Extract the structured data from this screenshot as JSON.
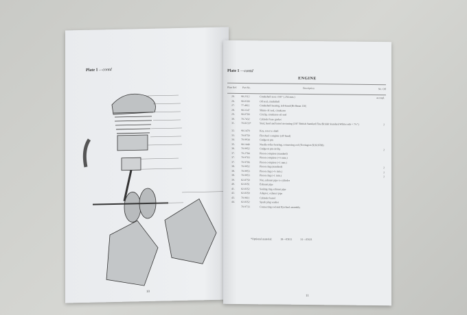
{
  "left_page": {
    "plate_label": "Plate 1",
    "plate_suffix": "—contd",
    "page_number": "10"
  },
  "right_page": {
    "plate_label": "Plate 1",
    "plate_suffix": "—contd",
    "title": "ENGINE",
    "page_number": "11",
    "columns": [
      "Plate Ref.",
      "Part No.",
      "Description",
      "No. Off"
    ],
    "rows": [
      [
        "20.",
        "90-2112",
        "Crankshaft nose .010\" (.254 mm.)",
        "as reqd."
      ],
      [
        "26.",
        "90-0100",
        "Oil seal, crankshaft",
        ""
      ],
      [
        "27.",
        "77-4611",
        "Crankshaft bearing, left-hand (Hoffman 130)",
        ""
      ],
      [
        "28.",
        "90-1147",
        "Shims oil seal, crankcase",
        ""
      ],
      [
        "29.",
        "90-0700",
        "Circlip, crankcase oil seal",
        ""
      ],
      [
        "30.",
        "70-7432",
        "Cylinder base gasket",
        ""
      ],
      [
        "31.",
        "70-8233*",
        "Stud, head and barrel mounting (3/8\" British Standard Fine/British Standard Whitworth × 7½\")",
        "2"
      ],
      [
        "32.",
        "90-1470",
        "Key, rotor to shaft",
        ""
      ],
      [
        "33.",
        "70-8750",
        "Flywheel complete (off-head)",
        ""
      ],
      [
        "34.",
        "70-9934",
        "Gudgeon pin",
        ""
      ],
      [
        "35.",
        "90-1440",
        "Needle-roller bearing, connecting rod (Torrington B1616788)",
        ""
      ],
      [
        "36.",
        "70-9952",
        "Gudgeon pin circlip",
        "2"
      ],
      [
        "37.",
        "70-2784",
        "Piston complete (standard)",
        ""
      ],
      [
        "37.",
        "70-9703",
        "Piston complete (+½ mm.)",
        ""
      ],
      [
        "37.",
        "70-9706",
        "Piston complete (+1 mm.)",
        ""
      ],
      [
        "38.",
        "70-9952",
        "Piston ring (standard)",
        "2"
      ],
      [
        "38.",
        "70-9953",
        "Piston ring (+½ mm.)",
        "2"
      ],
      [
        "38.",
        "70-9953",
        "Piston ring (+1 mm.)",
        "2"
      ],
      [
        "39.",
        "82-8750",
        "Nut, exhaust pipe to cylinder",
        ""
      ],
      [
        "40.",
        "82-8351",
        "Exhaust pipe",
        ""
      ],
      [
        "41.",
        "82-8352",
        "Sealing ring exhaust pipe",
        ""
      ],
      [
        "42.",
        "82-8359",
        "Adaptor, exhaust pipe",
        ""
      ],
      [
        "43.",
        "70-9611",
        "Cylinder barrel",
        ""
      ],
      [
        "44.",
        "82-8352",
        "Spark plug washer",
        ""
      ],
      [
        "",
        "70-9733",
        "Connecting rod and flywheel assembly",
        ""
      ]
    ],
    "optional_material": [
      "*Optional material:",
      "18—EN11",
      "31—EN21"
    ]
  }
}
